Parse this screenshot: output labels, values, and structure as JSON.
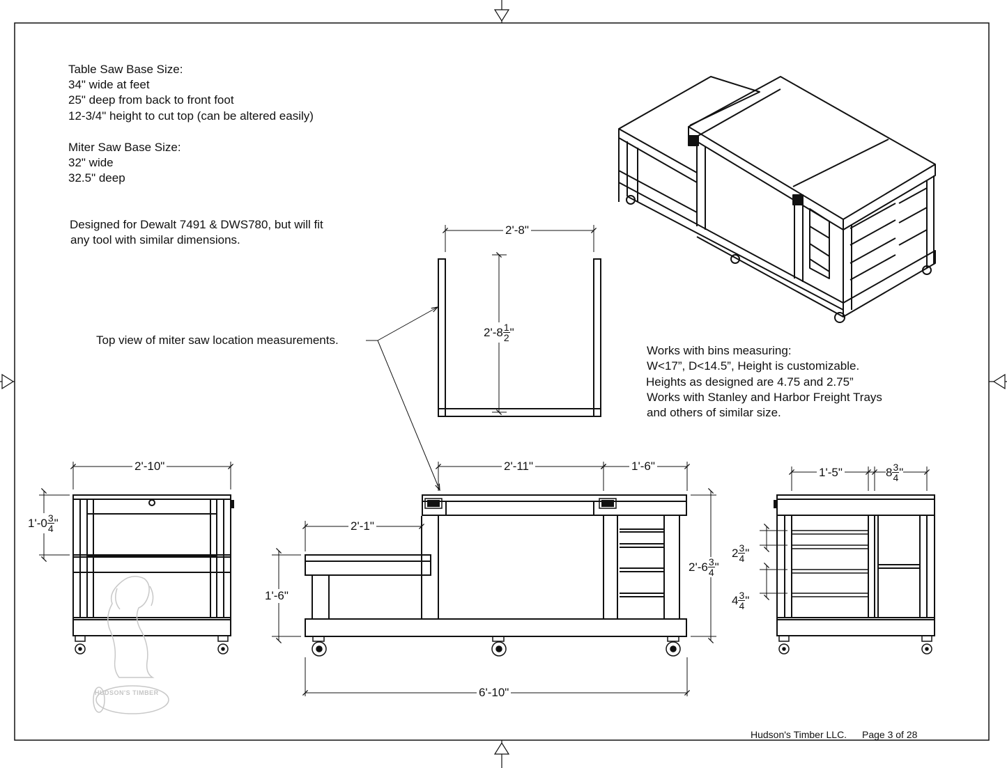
{
  "notes": {
    "table_saw": {
      "title": "Table Saw Base Size:",
      "lines": [
        "34\" wide at feet",
        "25\" deep from back to front foot",
        "12-3/4\" height to cut top (can be altered easily)"
      ]
    },
    "miter_saw": {
      "title": "Miter Saw Base Size:",
      "lines": [
        "32\" wide",
        "32.5\" deep"
      ]
    },
    "designed_for": [
      "Designed for Dewalt 7491 & DWS780, but will fit",
      "any tool with similar dimensions."
    ],
    "top_view_callout": "Top view of miter saw location measurements.",
    "bins": [
      "Works with bins measuring:",
      "W<17”, D<14.5”, Height is customizable.",
      "Heights as designed are 4.75 and 2.75”",
      "Works with Stanley and Harbor Freight Trays",
      "and others of similar size."
    ]
  },
  "dimensions": {
    "top_view_width": "2'-8\"",
    "top_view_depth": {
      "whole": "2'-8",
      "num": "1",
      "den": "2",
      "unit": "\""
    },
    "left_width": "2'-10\"",
    "left_height": {
      "whole": "1'-0",
      "num": "3",
      "den": "4",
      "unit": "\""
    },
    "front_mid": "2'-11\"",
    "front_right": "1'-6\"",
    "front_step": "2'-1\"",
    "front_low_height": "1'-6\"",
    "front_total_height": {
      "whole": "2'-6",
      "num": "3",
      "den": "4",
      "unit": "\""
    },
    "front_total_width": "6'-10\"",
    "right_width": "1'-5\"",
    "right_small": {
      "whole": "8",
      "num": "3",
      "den": "4",
      "unit": "\""
    },
    "right_bin_small": {
      "whole": "2",
      "num": "3",
      "den": "4",
      "unit": "\""
    },
    "right_bin_large": {
      "whole": "4",
      "num": "3",
      "den": "4",
      "unit": "\""
    }
  },
  "watermark": "HUDSON'S TIMBER",
  "footer": {
    "company": "Hudson's Timber LLC.",
    "page": "Page 3 of 28"
  }
}
